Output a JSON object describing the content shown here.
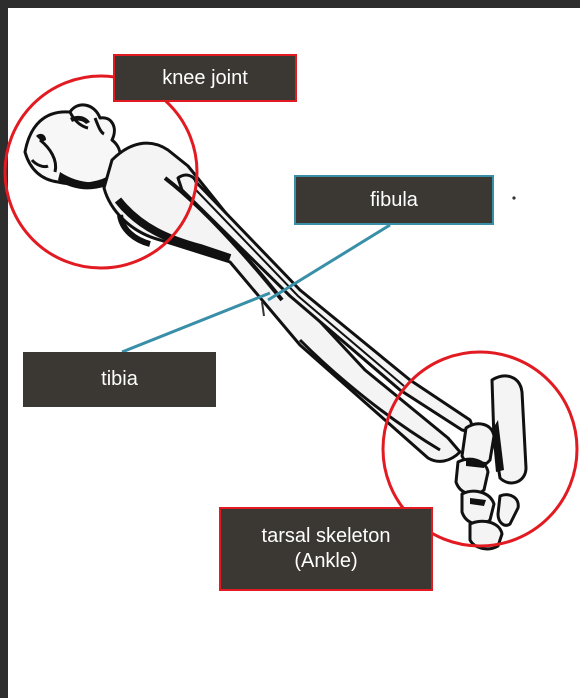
{
  "labels": {
    "knee": "knee joint",
    "fibula": "fibula",
    "tibia": "tibia",
    "tarsal_line1": "tarsal skeleton",
    "tarsal_line2": "(Ankle)"
  },
  "colors": {
    "background": "#2d2d2d",
    "canvas": "#ffffff",
    "label_fill": "#3b3732",
    "label_text": "#ffffff",
    "circle": "#e21b22",
    "leader_line": "#3a8fa8",
    "bone_ink": "#111111"
  }
}
